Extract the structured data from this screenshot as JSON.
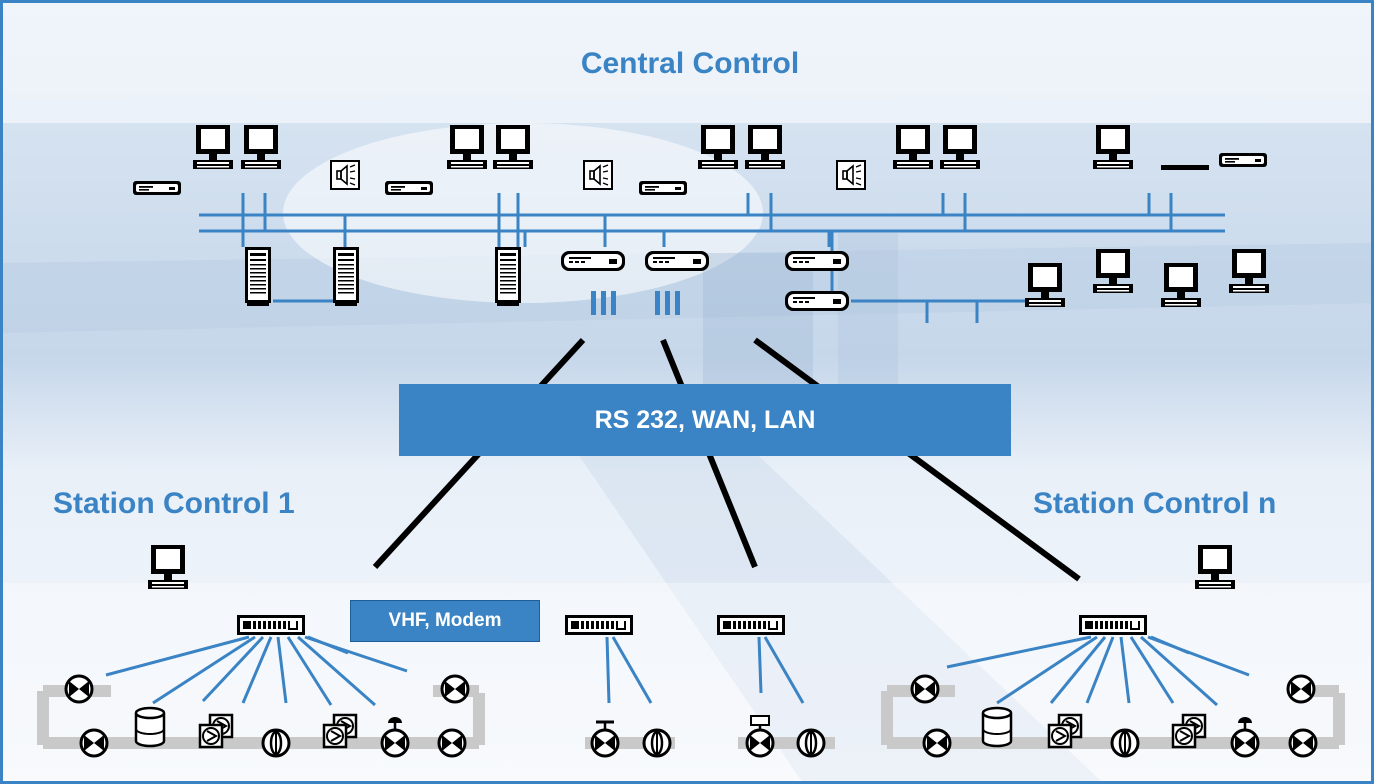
{
  "title": "Central Control",
  "network_label": "RS 232, WAN, LAN",
  "station_left": "Station Control 1",
  "station_right": "Station Control n",
  "remote_link_label": "VHF, Modem",
  "colors": {
    "accent": "#3a83c4",
    "line": "#000000",
    "pipe": "#c9c9c9",
    "background_wash": "#e6eef8"
  },
  "icons": [
    "workstation-icon",
    "server-tower-icon",
    "router-icon",
    "alarm-speaker-icon",
    "rtu-icon",
    "valve-icon",
    "tank-icon",
    "pump-icon",
    "flow-meter-icon",
    "actuated-valve-icon"
  ]
}
